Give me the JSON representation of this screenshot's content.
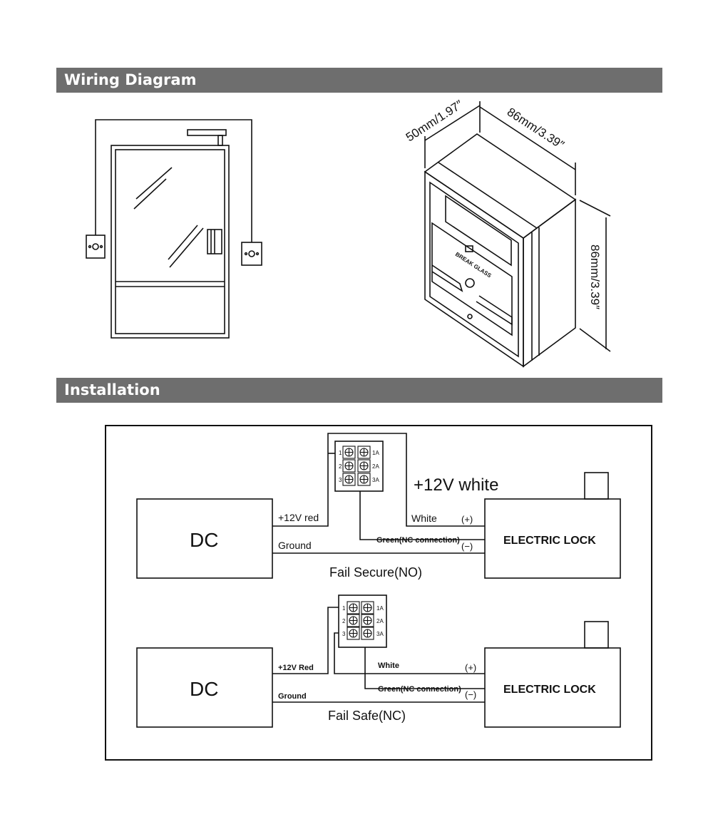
{
  "sections": {
    "wiring_title": "Wiring Diagram",
    "installation_title": "Installation"
  },
  "dimensions": {
    "depth": "50mm/1.97″",
    "width": "86mm/3.39″",
    "height": "86mm/3.39″",
    "panel_label": "BREAK GLASS"
  },
  "fail_secure": {
    "source": "DC",
    "red_wire": "+12V red",
    "ground": "Ground",
    "white_note": "+12V white",
    "white": "White",
    "plus": "(+)",
    "green": "Green(NC connection)",
    "minus": "(−)",
    "lock": "ELECTRIC LOCK",
    "caption": "Fail Secure(NO)",
    "terminals_left": [
      "1",
      "2",
      "3"
    ],
    "terminals_right": [
      "1A",
      "2A",
      "3A"
    ]
  },
  "fail_safe": {
    "source": "DC",
    "red_wire": "+12V Red",
    "ground": "Ground",
    "white": "White",
    "plus": "(+)",
    "green": "Green(NC connection)",
    "minus": "(−)",
    "lock": "ELECTRIC LOCK",
    "caption": "Fail Safe(NC)",
    "terminals_left": [
      "1",
      "2",
      "3"
    ],
    "terminals_right": [
      "1A",
      "2A",
      "3A"
    ]
  }
}
